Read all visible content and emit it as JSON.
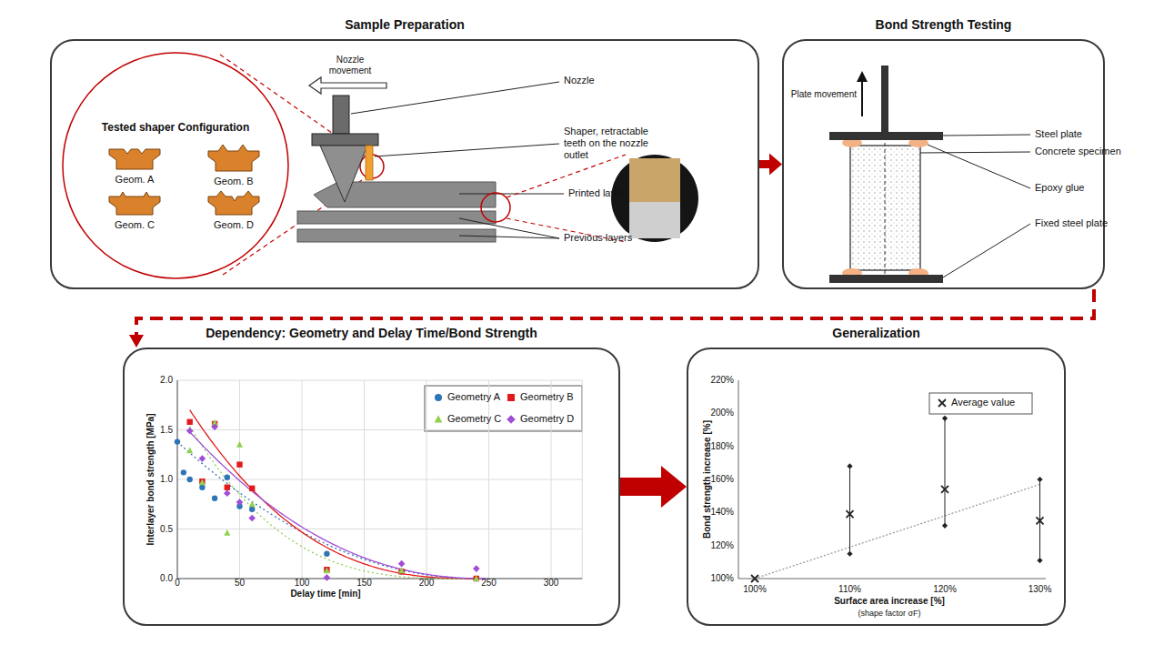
{
  "diagram": {
    "nodes": [
      {
        "text": [
          "Sample Preparation"
        ]
      },
      {
        "text": [
          "Tested shaper Configuration"
        ],
        "in": 0
      },
      {
        "text": [
          "Bond Strength Testing"
        ]
      },
      {
        "text": [
          "Dependency: Geometry and Delay Time/Bond Strength"
        ]
      },
      {
        "text": [
          "Generalization"
        ]
      }
    ],
    "edges": [
      {
        "from": 0,
        "to": 2,
        "arrow": "to"
      },
      {
        "from": 2,
        "to": 3,
        "arrow": "to"
      },
      {
        "from": 3,
        "to": 4,
        "arrow": "to"
      }
    ],
    "labels": [
      "Nozzle movement",
      "Nozzle",
      "Shaper, retractable teeth on the nozzle outlet",
      "Printed layer",
      "Previous layers",
      "Geom. A",
      "Geom. B",
      "Geom. C",
      "Geom. D",
      "Plate movement",
      "Steel plate",
      "Concrete specimen",
      "Epoxy glue",
      "Fixed steel plate",
      "2.0",
      "1.5",
      "1.0",
      "0.5",
      "0.0",
      "0",
      "50",
      "100",
      "150",
      "200",
      "250",
      "300",
      "Interlayer bond strength [MPa]",
      "Delay time [min]",
      "220%",
      "200%",
      "180%",
      "160%",
      "140%",
      "120%",
      "100%",
      "100%",
      "110%",
      "120%",
      "130%",
      "Bond strength increase [%]",
      "Surface area increase [%]",
      "(shape factor σF)"
    ],
    "legend": [
      {
        "text": "Geometry A",
        "color": "#2e75b6"
      },
      {
        "text": "Geometry B",
        "color": "#e31a1c"
      },
      {
        "text": "Geometry C",
        "color": "#92d050"
      },
      {
        "text": "Geometry D",
        "color": "#9f4fd6"
      },
      {
        "text": "Average value"
      }
    ]
  }
}
